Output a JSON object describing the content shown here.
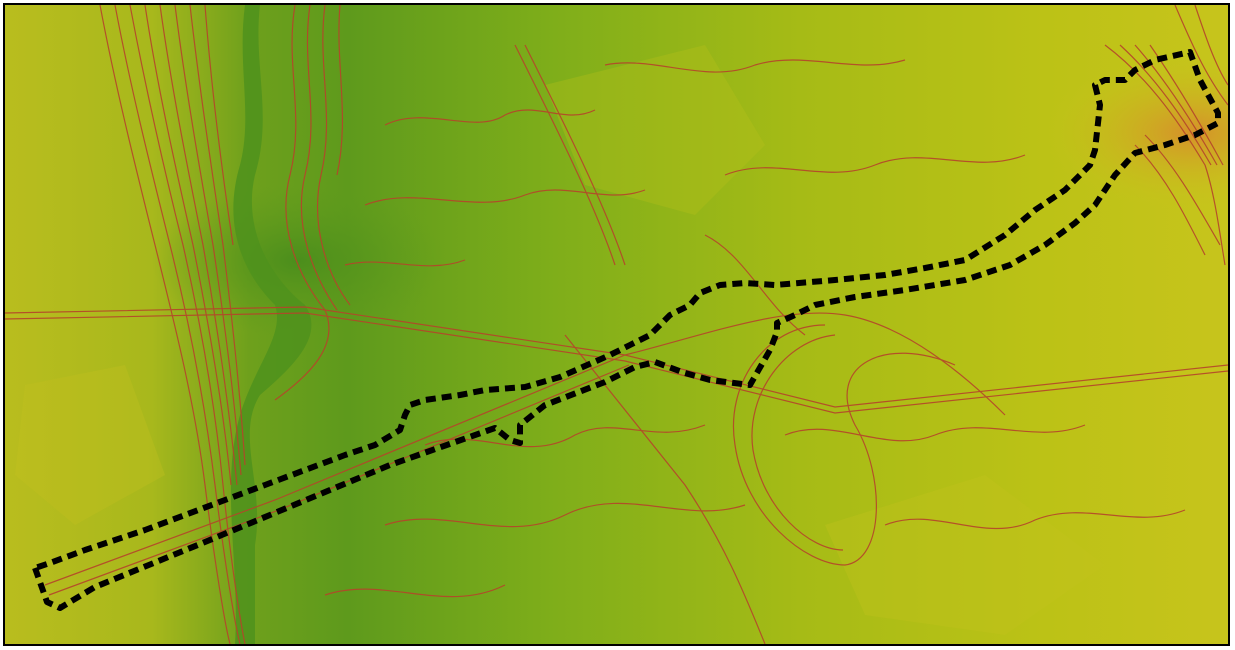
{
  "map": {
    "type": "elevation-relief-with-contours",
    "colors": {
      "low_green": "#5d9a1c",
      "mid_green": "#8fb51a",
      "high_yellow": "#c6c41a",
      "peak_orange": "#d49a22",
      "contour": "#b5452a",
      "boundary": "#000000",
      "frame": "#000000"
    },
    "layers": [
      "elevation-raster",
      "contour-lines",
      "study-area-boundary"
    ],
    "boundary_style": "dashed"
  }
}
